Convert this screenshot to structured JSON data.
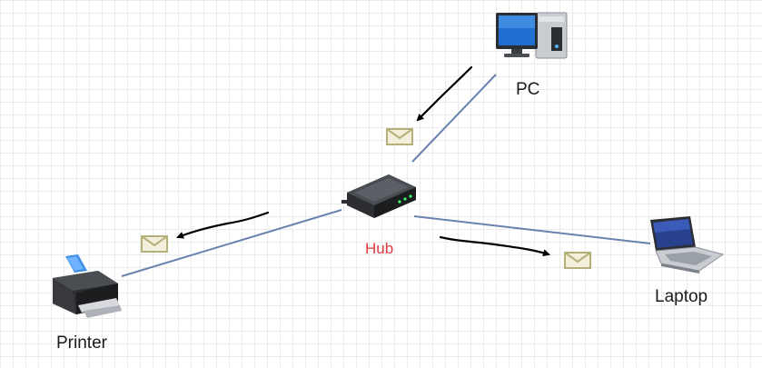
{
  "nodes": {
    "pc": {
      "label": "PC",
      "icon": "desktop-computer-icon"
    },
    "hub": {
      "label": "Hub",
      "icon": "network-hub-icon",
      "label_color": "#e0393e"
    },
    "laptop": {
      "label": "Laptop",
      "icon": "laptop-icon"
    },
    "printer": {
      "label": "Printer",
      "icon": "printer-icon"
    }
  },
  "links": [
    {
      "from": "pc",
      "to": "hub"
    },
    {
      "from": "hub",
      "to": "laptop"
    },
    {
      "from": "hub",
      "to": "printer"
    }
  ],
  "messages": [
    {
      "icon": "envelope-icon",
      "near": "pc-to-hub"
    },
    {
      "icon": "envelope-icon",
      "near": "hub-to-printer"
    },
    {
      "icon": "envelope-icon",
      "near": "hub-to-laptop"
    }
  ],
  "colors": {
    "link": "#6a82b0",
    "envelope": "#b5b07a",
    "envelope_fill": "#f2f0dc",
    "arrow": "#000000",
    "grid": "#ebebeb"
  }
}
